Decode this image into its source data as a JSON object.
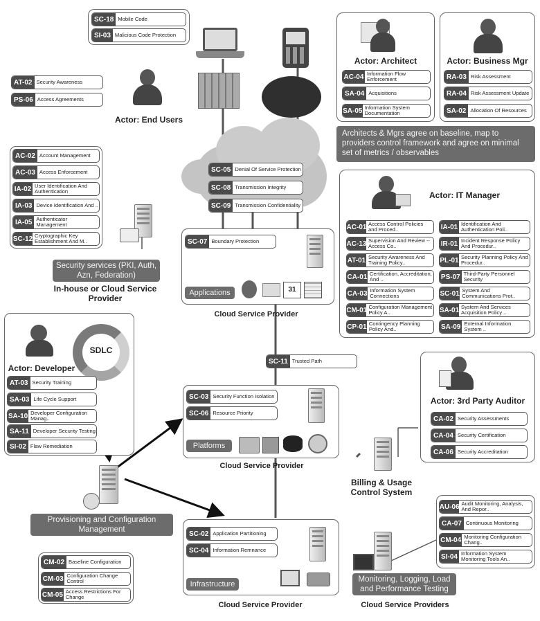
{
  "mobile_box": [
    {
      "id": "SC-18",
      "name": "Mobile Code"
    },
    {
      "id": "SI-03",
      "name": "Malicious Code Protection"
    }
  ],
  "enduser_box": [
    {
      "id": "AT-02",
      "name": "Security Awareness"
    },
    {
      "id": "PS-06",
      "name": "Access Agreements"
    }
  ],
  "actors": {
    "end_users": "Actor: End Users",
    "architect": "Actor: Architect",
    "business_mgr": "Actor: Business Mgr",
    "it_manager": "Actor: IT Manager",
    "developer": "Actor: Developer",
    "auditor": "Actor: 3rd Party Auditor"
  },
  "architect_box": [
    {
      "id": "AC-04",
      "name": "Information Flow Enforcement"
    },
    {
      "id": "SA-04",
      "name": "Acquisitions"
    },
    {
      "id": "SA-05",
      "name": "Information System Documentation"
    }
  ],
  "business_box": [
    {
      "id": "RA-03",
      "name": "Risk Assessment"
    },
    {
      "id": "RA-04",
      "name": "Risk Assessment Update"
    },
    {
      "id": "SA-02",
      "name": "Allocation Of Resources"
    }
  ],
  "agree_note": "Architects & Mgrs agree on baseline, map to providers control framework and agree on minimal set of metrics / observables",
  "network_box": [
    {
      "id": "SC-05",
      "name": "Denial Of Service Protection"
    },
    {
      "id": "SC-08",
      "name": "Transmission Integrity"
    },
    {
      "id": "SC-09",
      "name": "Transmission Confidentiality"
    }
  ],
  "identity_box": [
    {
      "id": "AC-02",
      "name": "Account Management"
    },
    {
      "id": "AC-03",
      "name": "Access Enforcement"
    },
    {
      "id": "IA-02",
      "name": "User Identification And Authentication"
    },
    {
      "id": "IA-03",
      "name": "Device Identification And .."
    },
    {
      "id": "IA-05",
      "name": "Authenticator Management"
    },
    {
      "id": "SC-12",
      "name": "Cryptographic Key Establishment And M.."
    }
  ],
  "security_services": "Security services (PKI, Auth, Azn, Federation)",
  "inhouse_label": "In-house or Cloud Service Provider",
  "app_box": {
    "control": {
      "id": "SC-07",
      "name": "Boundary Protection"
    },
    "layer": "Applications",
    "label": "Cloud Service Provider",
    "cal_day": "31"
  },
  "it_left": [
    {
      "id": "AC-01",
      "name": "Access Control Policies and Proced.."
    },
    {
      "id": "AC-13",
      "name": "Supervision And Review -- Access Co.."
    },
    {
      "id": "AT-01",
      "name": "Security Awareness And Training Policy.."
    },
    {
      "id": "CA-01",
      "name": "Certification, Accreditation, And .."
    },
    {
      "id": "CA-03",
      "name": "Information System Connections"
    },
    {
      "id": "CM-01",
      "name": "Configuration Management Policy A.."
    },
    {
      "id": "CP-01",
      "name": "Contingency Planning Policy And.."
    }
  ],
  "it_right": [
    {
      "id": "IA-01",
      "name": "Identification And Authentication Poli.."
    },
    {
      "id": "IR-01",
      "name": "Incident Response Policy And Procedur.."
    },
    {
      "id": "PL-01",
      "name": "Security Planning Policy And Procedur.."
    },
    {
      "id": "PS-07",
      "name": "Third-Party Personnel Security"
    },
    {
      "id": "SC-01",
      "name": "System And Communications Prot.."
    },
    {
      "id": "SA-01",
      "name": "System And Services Acquisition Policy .."
    },
    {
      "id": "SA-09",
      "name": "External Information System .."
    }
  ],
  "sdlc": "SDLC",
  "dev_box": [
    {
      "id": "AT-03",
      "name": "Security Training"
    },
    {
      "id": "SA-03",
      "name": "Life Cycle Support"
    },
    {
      "id": "SA-10",
      "name": "Developer Configuration Manag.."
    },
    {
      "id": "SA-11",
      "name": "Developer Security Testing"
    },
    {
      "id": "SI-02",
      "name": "Flaw Remediation"
    }
  ],
  "trusted_path": {
    "id": "SC-11",
    "name": "Trusted Path"
  },
  "platform_box": {
    "controls": [
      {
        "id": "SC-03",
        "name": "Security Function Isolation"
      },
      {
        "id": "SC-06",
        "name": "Resource Priority"
      }
    ],
    "layer": "Platforms",
    "label": "Cloud Service Provider"
  },
  "auditor_box": [
    {
      "id": "CA-02",
      "name": "Security Assessments"
    },
    {
      "id": "CA-04",
      "name": "Security Certification"
    },
    {
      "id": "CA-06",
      "name": "Security Accreditation"
    }
  ],
  "billing": "Billing & Usage Control System",
  "provisioning": "Provisioning and Configuration Management",
  "config_box": [
    {
      "id": "CM-02",
      "name": "Baseline Configuration"
    },
    {
      "id": "CM-03",
      "name": "Configuration Change Control"
    },
    {
      "id": "CM-05",
      "name": "Access Restrictions For Change"
    }
  ],
  "infra_box": {
    "controls": [
      {
        "id": "SC-02",
        "name": "Application Partitioning"
      },
      {
        "id": "SC-04",
        "name": "Information Remnance"
      }
    ],
    "layer": "Infrastructure",
    "label": "Cloud Service Provider"
  },
  "monitor_box": [
    {
      "id": "AU-06",
      "name": "Audit Monitoring, Analysis, And Repor.."
    },
    {
      "id": "CA-07",
      "name": "Continuous Monitoring"
    },
    {
      "id": "CM-04",
      "name": "Monitoring Configuration Chang.."
    },
    {
      "id": "SI-04",
      "name": "Information System Monitoring Tools An.."
    }
  ],
  "monitoring_note": "Monitoring, Logging, Load and Performance Testing",
  "providers_label": "Cloud Service Providers"
}
